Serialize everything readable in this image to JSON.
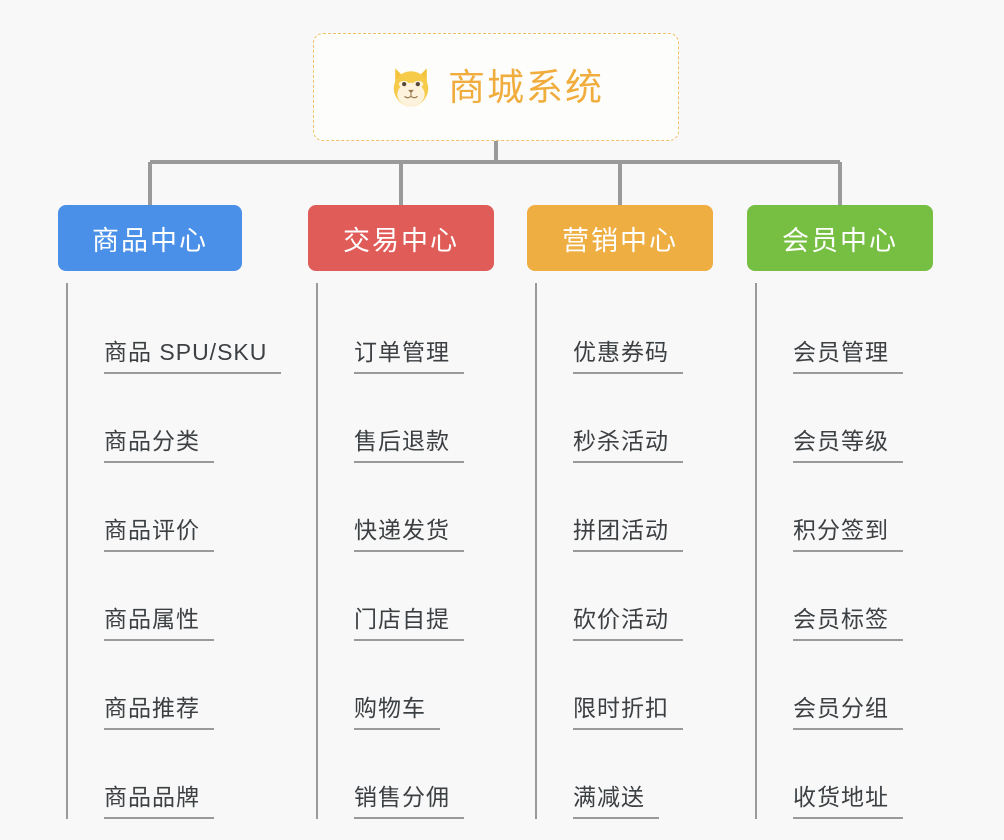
{
  "theme": {
    "background": "#f8f8f8",
    "connector_color": "#9a9a9a",
    "root_border": "#f0c068",
    "root_text": "#f0ad3e",
    "leaf_text": "#3c4043",
    "leaf_rule": "#9a9a9a"
  },
  "root": {
    "title": "商城系统",
    "icon": "dog-face-icon"
  },
  "branches": [
    {
      "title": "商品中心",
      "color": "#4a90e8",
      "items": [
        "商品 SPU/SKU",
        "商品分类",
        "商品评价",
        "商品属性",
        "商品推荐",
        "商品品牌"
      ]
    },
    {
      "title": "交易中心",
      "color": "#e05c58",
      "items": [
        "订单管理",
        "售后退款",
        "快递发货",
        "门店自提",
        "购物车",
        "销售分佣"
      ]
    },
    {
      "title": "营销中心",
      "color": "#eeae42",
      "items": [
        "优惠券码",
        "秒杀活动",
        "拼团活动",
        "砍价活动",
        "限时折扣",
        "满减送"
      ]
    },
    {
      "title": "会员中心",
      "color": "#76bf43",
      "items": [
        "会员管理",
        "会员等级",
        "积分签到",
        "会员标签",
        "会员分组",
        "收货地址"
      ]
    }
  ]
}
